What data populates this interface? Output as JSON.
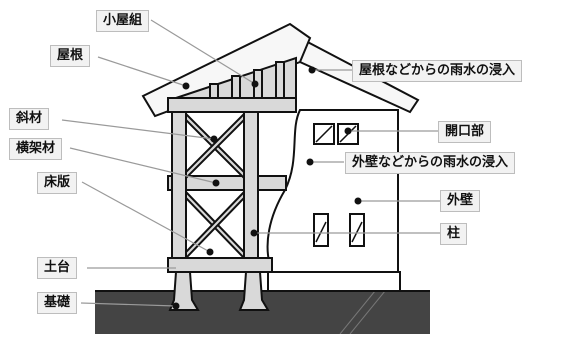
{
  "labels": {
    "koyagumi": "小屋組",
    "yane": "屋根",
    "shazai": "斜材",
    "yokogazai": "横架材",
    "yukaita": "床版",
    "dodai": "土台",
    "kiso": "基礎",
    "yane_shinnyu": "屋根などからの雨水の浸入",
    "kaikoubu": "開口部",
    "gaiheki_shinnyu": "外壁などからの雨水の浸入",
    "gaiheki": "外壁",
    "hashira": "柱"
  },
  "colors": {
    "structure_fill": "#d9d9d9",
    "roof_fill": "#f7f7f7",
    "ground_fill": "#444444",
    "line": "#111111",
    "leader": "#9a9a9a",
    "label_bg": "#f2f2f2"
  }
}
